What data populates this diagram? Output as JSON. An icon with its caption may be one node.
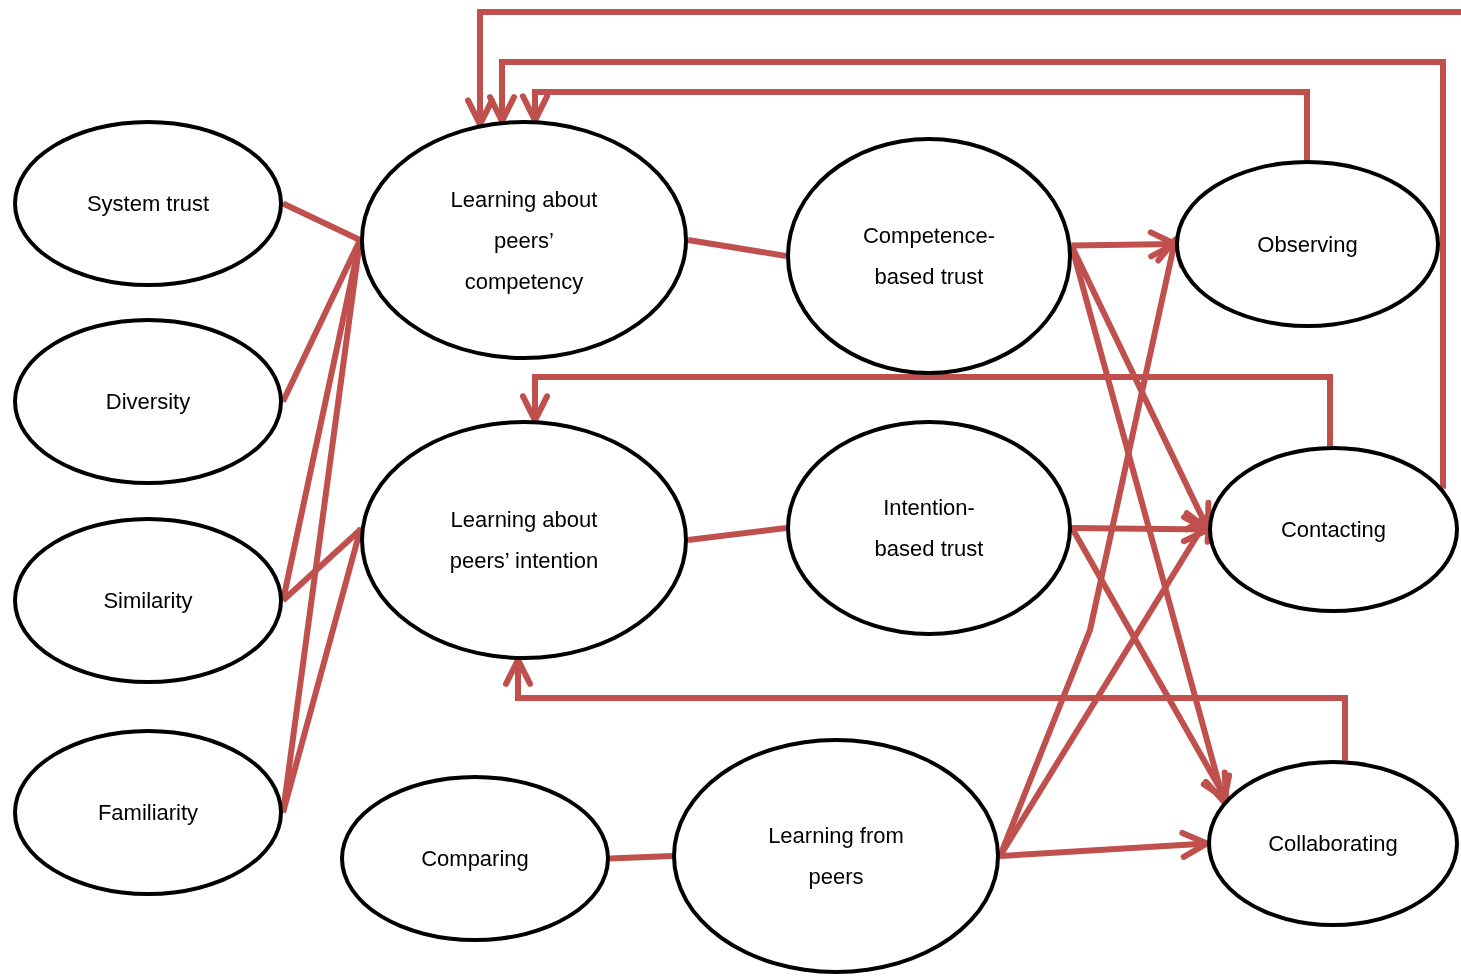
{
  "diagram": {
    "nodes": [
      {
        "text": [
          "System trust"
        ]
      },
      {
        "text": [
          "Diversity"
        ]
      },
      {
        "text": [
          "Similarity"
        ]
      },
      {
        "text": [
          "Familiarity"
        ]
      },
      {
        "text": [
          "Learning about peers’ competency"
        ]
      },
      {
        "text": [
          "Competence-based trust"
        ]
      },
      {
        "text": [
          "Observing"
        ]
      },
      {
        "text": [
          "Learning about peers’ intention"
        ]
      },
      {
        "text": [
          "Intention-based trust"
        ]
      },
      {
        "text": [
          "Contacting"
        ]
      },
      {
        "text": [
          "Comparing"
        ]
      },
      {
        "text": [
          "Learning from peers"
        ]
      },
      {
        "text": [
          "Collaborating"
        ]
      }
    ],
    "edges": [
      {
        "from": 0,
        "to": 4,
        "arrow": "none"
      },
      {
        "from": 1,
        "to": 4,
        "arrow": "none"
      },
      {
        "from": 2,
        "to": 4,
        "arrow": "none"
      },
      {
        "from": 3,
        "to": 4,
        "arrow": "none"
      },
      {
        "from": 2,
        "to": 7,
        "arrow": "none"
      },
      {
        "from": 3,
        "to": 7,
        "arrow": "none"
      },
      {
        "from": 4,
        "to": 5,
        "arrow": "none"
      },
      {
        "from": 5,
        "to": 6,
        "arrow": "to"
      },
      {
        "from": 5,
        "to": 9,
        "arrow": "to"
      },
      {
        "from": 5,
        "to": 12,
        "arrow": "to"
      },
      {
        "from": 7,
        "to": 8,
        "arrow": "none"
      },
      {
        "from": 8,
        "to": 9,
        "arrow": "to"
      },
      {
        "from": 8,
        "to": 12,
        "arrow": "to"
      },
      {
        "from": 10,
        "to": 11,
        "arrow": "none"
      },
      {
        "from": 11,
        "to": 6,
        "arrow": "to"
      },
      {
        "from": 11,
        "to": 9,
        "arrow": "to"
      },
      {
        "from": 11,
        "to": 12,
        "arrow": "to"
      },
      {
        "from": 6,
        "to": 4,
        "arrow": "to"
      },
      {
        "from": 9,
        "to": 4,
        "arrow": "to"
      },
      {
        "from": 9,
        "to": 7,
        "arrow": "to"
      },
      {
        "from": 12,
        "to": 7,
        "arrow": "to"
      },
      {
        "from": null,
        "to": 4,
        "arrow": "to"
      }
    ]
  }
}
